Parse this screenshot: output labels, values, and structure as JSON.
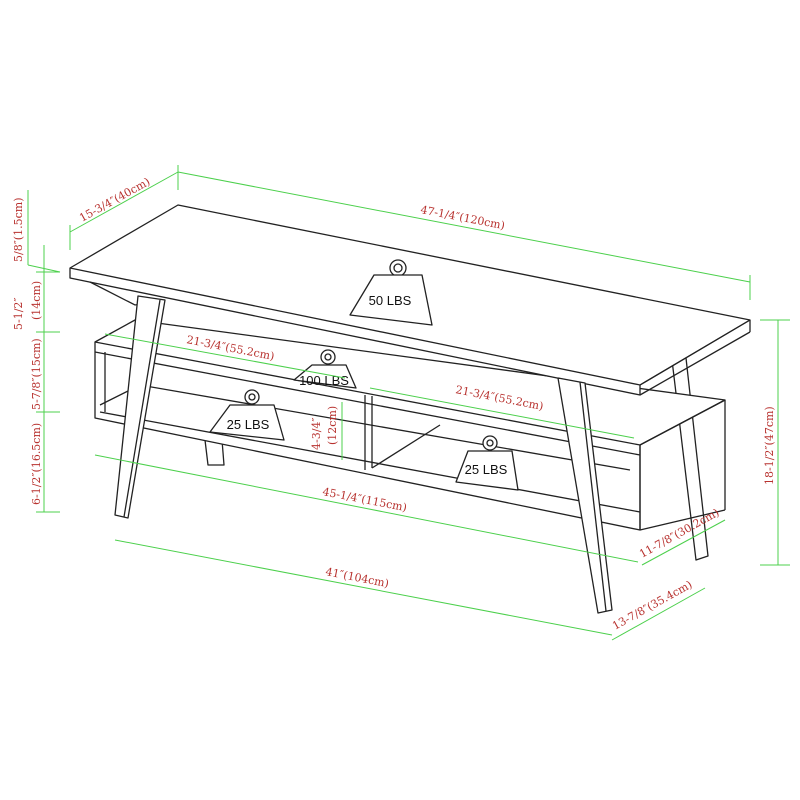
{
  "dimensions": {
    "depth_top": "15-3/4″(40cm)",
    "width_top": "47-1/4″(120cm)",
    "top_thickness": "5/8″(1.5cm)",
    "gap_top": "5-1/2″",
    "gap_top_cm": "(14cm)",
    "upper_shelf_height": "5-7/8″(15cm)",
    "lower_clearance": "6-1/2″(16.5cm)",
    "upper_shelf_width": "21-3/4″(55.2cm)",
    "lower_compartment_width": "21-3/4″(55.2cm)",
    "compartment_height": "4-3/4″",
    "compartment_height_cm": "(12cm)",
    "cabinet_width": "45-1/4″(115cm)",
    "leg_span": "41″(104cm)",
    "cabinet_depth": "11-7/8″(30.2cm)",
    "leg_depth": "13-7/8″(35.4cm)",
    "total_height": "18-1/2″(47cm)"
  },
  "weights": {
    "top": "50 LBS",
    "upper_shelf": "100 LBS",
    "lower_left": "25 LBS",
    "lower_right": "25 LBS"
  },
  "colors": {
    "dimension_line": "#4cd04c",
    "dimension_text": "#b8322f",
    "outline": "#222222"
  }
}
